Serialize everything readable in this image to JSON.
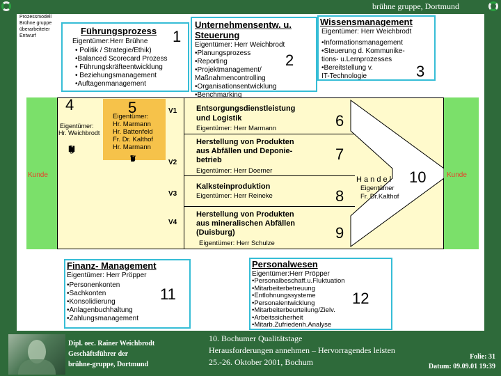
{
  "header": {
    "title": "brühne gruppe, Dortmund"
  },
  "notes": [
    "Prozessmodell",
    "Brühne gruppe",
    "überarbeiteter",
    "Entwurf"
  ],
  "boxes": {
    "fuehrung": {
      "title": "Führungsprozess",
      "number": "1",
      "owner": "Eigentümer:Herr Brühne",
      "items": [
        "• Politik / Strategie/Ethik)",
        "•Balanced Scorecard Prozess",
        "• Führungskräfteentwicklung",
        "• Beziehungsmanagement",
        "•Auftagenmanagement"
      ]
    },
    "unternehmen": {
      "title_line1": "Unternehmensentw. u.",
      "title_line2": "Steuerung",
      "number": "2",
      "owner": "Eigentümer: Herr Weichbrodt",
      "items": [
        "•Planungsprozess",
        "•Reporting",
        "•Projektmanagement/",
        "  Maßnahmencontrolling",
        "•Organisationsentwicklung",
        "•Benchmarking"
      ]
    },
    "wissen": {
      "title": "Wissensmanagement",
      "number": "3",
      "owner": "Eigentümer: Herr Weichbrodt",
      "items": [
        "•Informationsmanagement",
        "•Steuerung d. Kommunike-",
        "  tions-  u.Lernprozesses",
        "•Bereitstellung v.",
        "  IT-Technologie"
      ]
    },
    "finanz": {
      "title": "Finanz- Management",
      "number": "11",
      "owner": "Eigentümer: Herr Pröpper",
      "items": [
        "•Personenkonten",
        "•Sachkonten",
        "•Konsolidierung",
        "•Anlagenbuchhaltung",
        "•Zahlungsmanagement"
      ]
    },
    "personal": {
      "title": "Personalwesen",
      "number": "12",
      "owner": "Eigentümer:Herr Pröpper",
      "items": [
        "•Personalbeschaff.u.Fluktuation",
        "•Mitarbeiterbetreuung",
        "•Entlohnungssysteme",
        "•Personalentwicklung",
        "•Mitarbeiterbeurteilung/Zielv.",
        "•Arbeitssicherheit",
        "•Mitarb.Zufriedenh.Analyse"
      ]
    }
  },
  "core": {
    "kunde_left": "Kunde",
    "kunde_right": "Kunde",
    "marketing": {
      "number": "4",
      "owner_line1": "Eigentümer:",
      "owner_line2": "Hr. Weichbrodt",
      "letters": [
        "M",
        "a",
        "r",
        "k",
        "e",
        "t",
        "i",
        "n",
        "g"
      ]
    },
    "vertrieb": {
      "number": "5",
      "owners": [
        "Eigentümer:",
        "Hr. Marmann",
        "Hr. Battenfeld",
        "Fr. Dr. Kalthof",
        "Hr. Marmann"
      ],
      "letters": [
        "V",
        "e",
        "r",
        "t",
        "r",
        "i",
        "e",
        "b"
      ]
    },
    "rows": [
      {
        "v": "V1",
        "title_line1": "Entsorgungsdienstleistung",
        "title_line2": "und Logistik",
        "owner": "Eigentümer: Herr Marmann",
        "number": "6"
      },
      {
        "v": "V2",
        "title_line1": "Herstellung von Produkten",
        "title_line2": "aus Abfällen und Deponie-",
        "title_line3": "betrieb",
        "owner": "Eigentümer: Herr Doerner",
        "number": "7"
      },
      {
        "v": "V3",
        "title_line1": "Kalksteinproduktion",
        "owner": "Eigentümer: Herr Reineke",
        "number": "8"
      },
      {
        "v": "V4",
        "title_line1": "Herstellung von Produkten",
        "title_line2": "aus mineralischen Abfällen",
        "title_line3": "(Duisburg)",
        "owner": "Eigentümer: Herr Schulze",
        "number": "9"
      }
    ],
    "handel": {
      "label": "H a n d e l",
      "number": "10",
      "owner_line1": "Eigentümer",
      "owner_line2": "Fr. Dr.Kalthof"
    }
  },
  "footer": {
    "left": [
      "Dipl. oec. Rainer Weichbrodt",
      "Geschäftsführer der",
      "brühne-gruppe, Dortmund"
    ],
    "middle": [
      "10. Bochumer Qualitätstage",
      "Herausforderungen annehmen – Hervorragendes leisten",
      "25.-26. Oktober 2001, Bochum"
    ],
    "folie": "Folie: 31",
    "datum": "Datum: 09.09.01 19:39"
  },
  "colors": {
    "background": "#2e6a3a",
    "kunde_band": "#7be06a",
    "core_fill": "#fffacc",
    "box_border": "#36bdd6",
    "kunde_text": "#e8402a"
  }
}
